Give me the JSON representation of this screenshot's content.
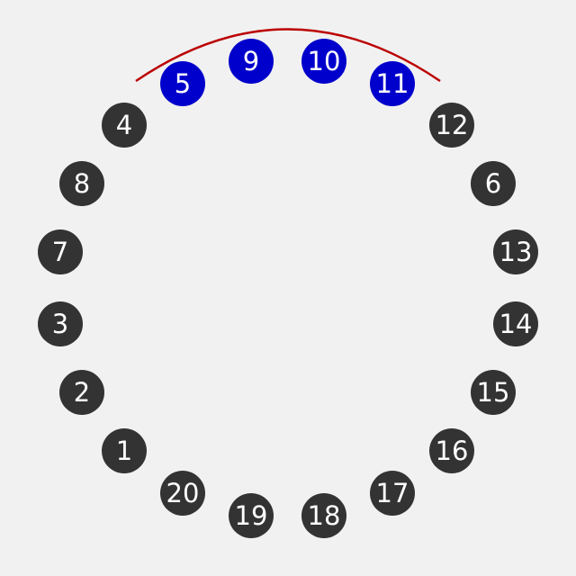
{
  "colors": {
    "background": "#f1f1f1",
    "token_default": "#333333",
    "token_selected": "#0000cc",
    "token_text": "#ffffff",
    "selection_arc": "#bb0000"
  },
  "tokens": [
    {
      "label": "5",
      "selected": true
    },
    {
      "label": "9",
      "selected": true
    },
    {
      "label": "10",
      "selected": true
    },
    {
      "label": "11",
      "selected": true
    },
    {
      "label": "12",
      "selected": false
    },
    {
      "label": "6",
      "selected": false
    },
    {
      "label": "13",
      "selected": false
    },
    {
      "label": "14",
      "selected": false
    },
    {
      "label": "15",
      "selected": false
    },
    {
      "label": "16",
      "selected": false
    },
    {
      "label": "17",
      "selected": false
    },
    {
      "label": "18",
      "selected": false
    },
    {
      "label": "19",
      "selected": false
    },
    {
      "label": "20",
      "selected": false
    },
    {
      "label": "1",
      "selected": false
    },
    {
      "label": "2",
      "selected": false
    },
    {
      "label": "3",
      "selected": false
    },
    {
      "label": "7",
      "selected": false
    },
    {
      "label": "8",
      "selected": false
    },
    {
      "label": "4",
      "selected": false
    }
  ]
}
